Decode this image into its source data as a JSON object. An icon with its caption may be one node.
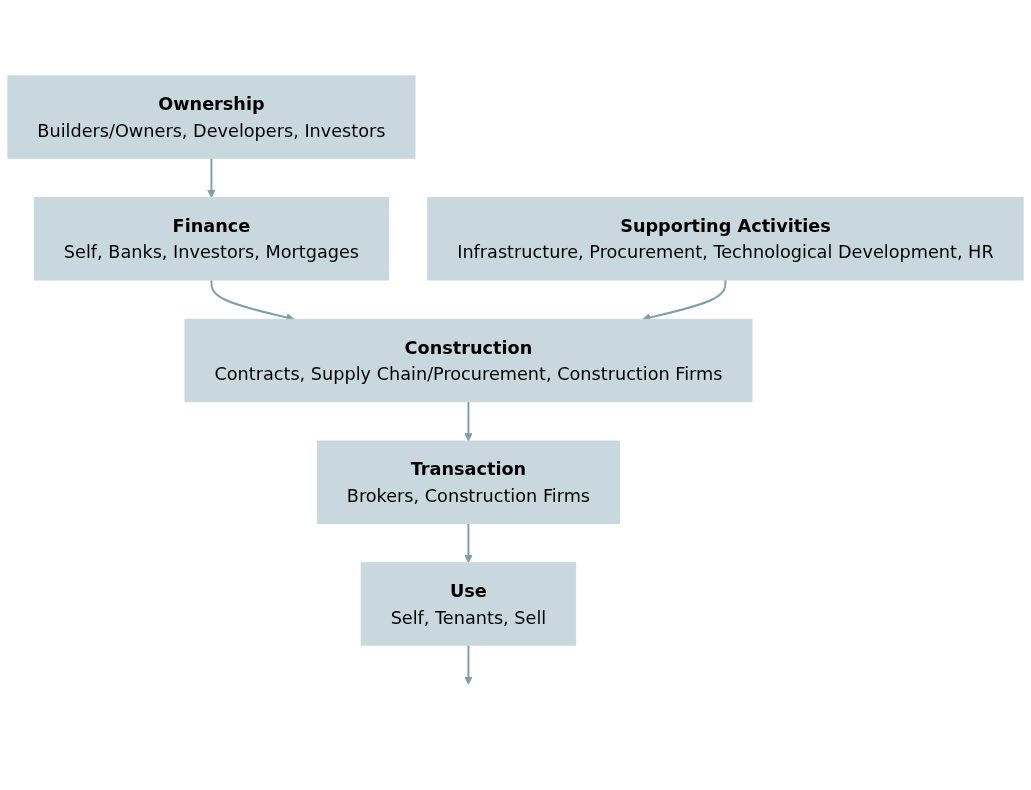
{
  "diagram": {
    "nodes": [
      {
        "text": [
          "Ownership",
          "Builders/Owners, Developers, Investors"
        ]
      },
      {
        "text": [
          "Finance",
          "Self, Banks, Investors, Mortgages"
        ]
      },
      {
        "text": [
          "Construction",
          "Contracts, Supply Chain/Procurement, Construction Firms"
        ]
      },
      {
        "text": [
          "Transaction",
          "Brokers, Construction Firms"
        ]
      },
      {
        "text": [
          "Use",
          "Self, Tenants, Sell"
        ]
      },
      {
        "text": [
          "Supporting Activities",
          "Infrastructure, Procurement, Technological Development, HR"
        ]
      }
    ],
    "edges": [
      {
        "from": 0,
        "to": 1,
        "arrow": "to"
      },
      {
        "from": 1,
        "to": 2,
        "arrow": "to"
      },
      {
        "from": 2,
        "to": 3,
        "arrow": "to"
      },
      {
        "from": 3,
        "to": 4,
        "arrow": "to"
      },
      {
        "from": 4,
        "to": null,
        "arrow": "to"
      },
      {
        "from": 5,
        "to": 2,
        "arrow": "to"
      }
    ]
  }
}
